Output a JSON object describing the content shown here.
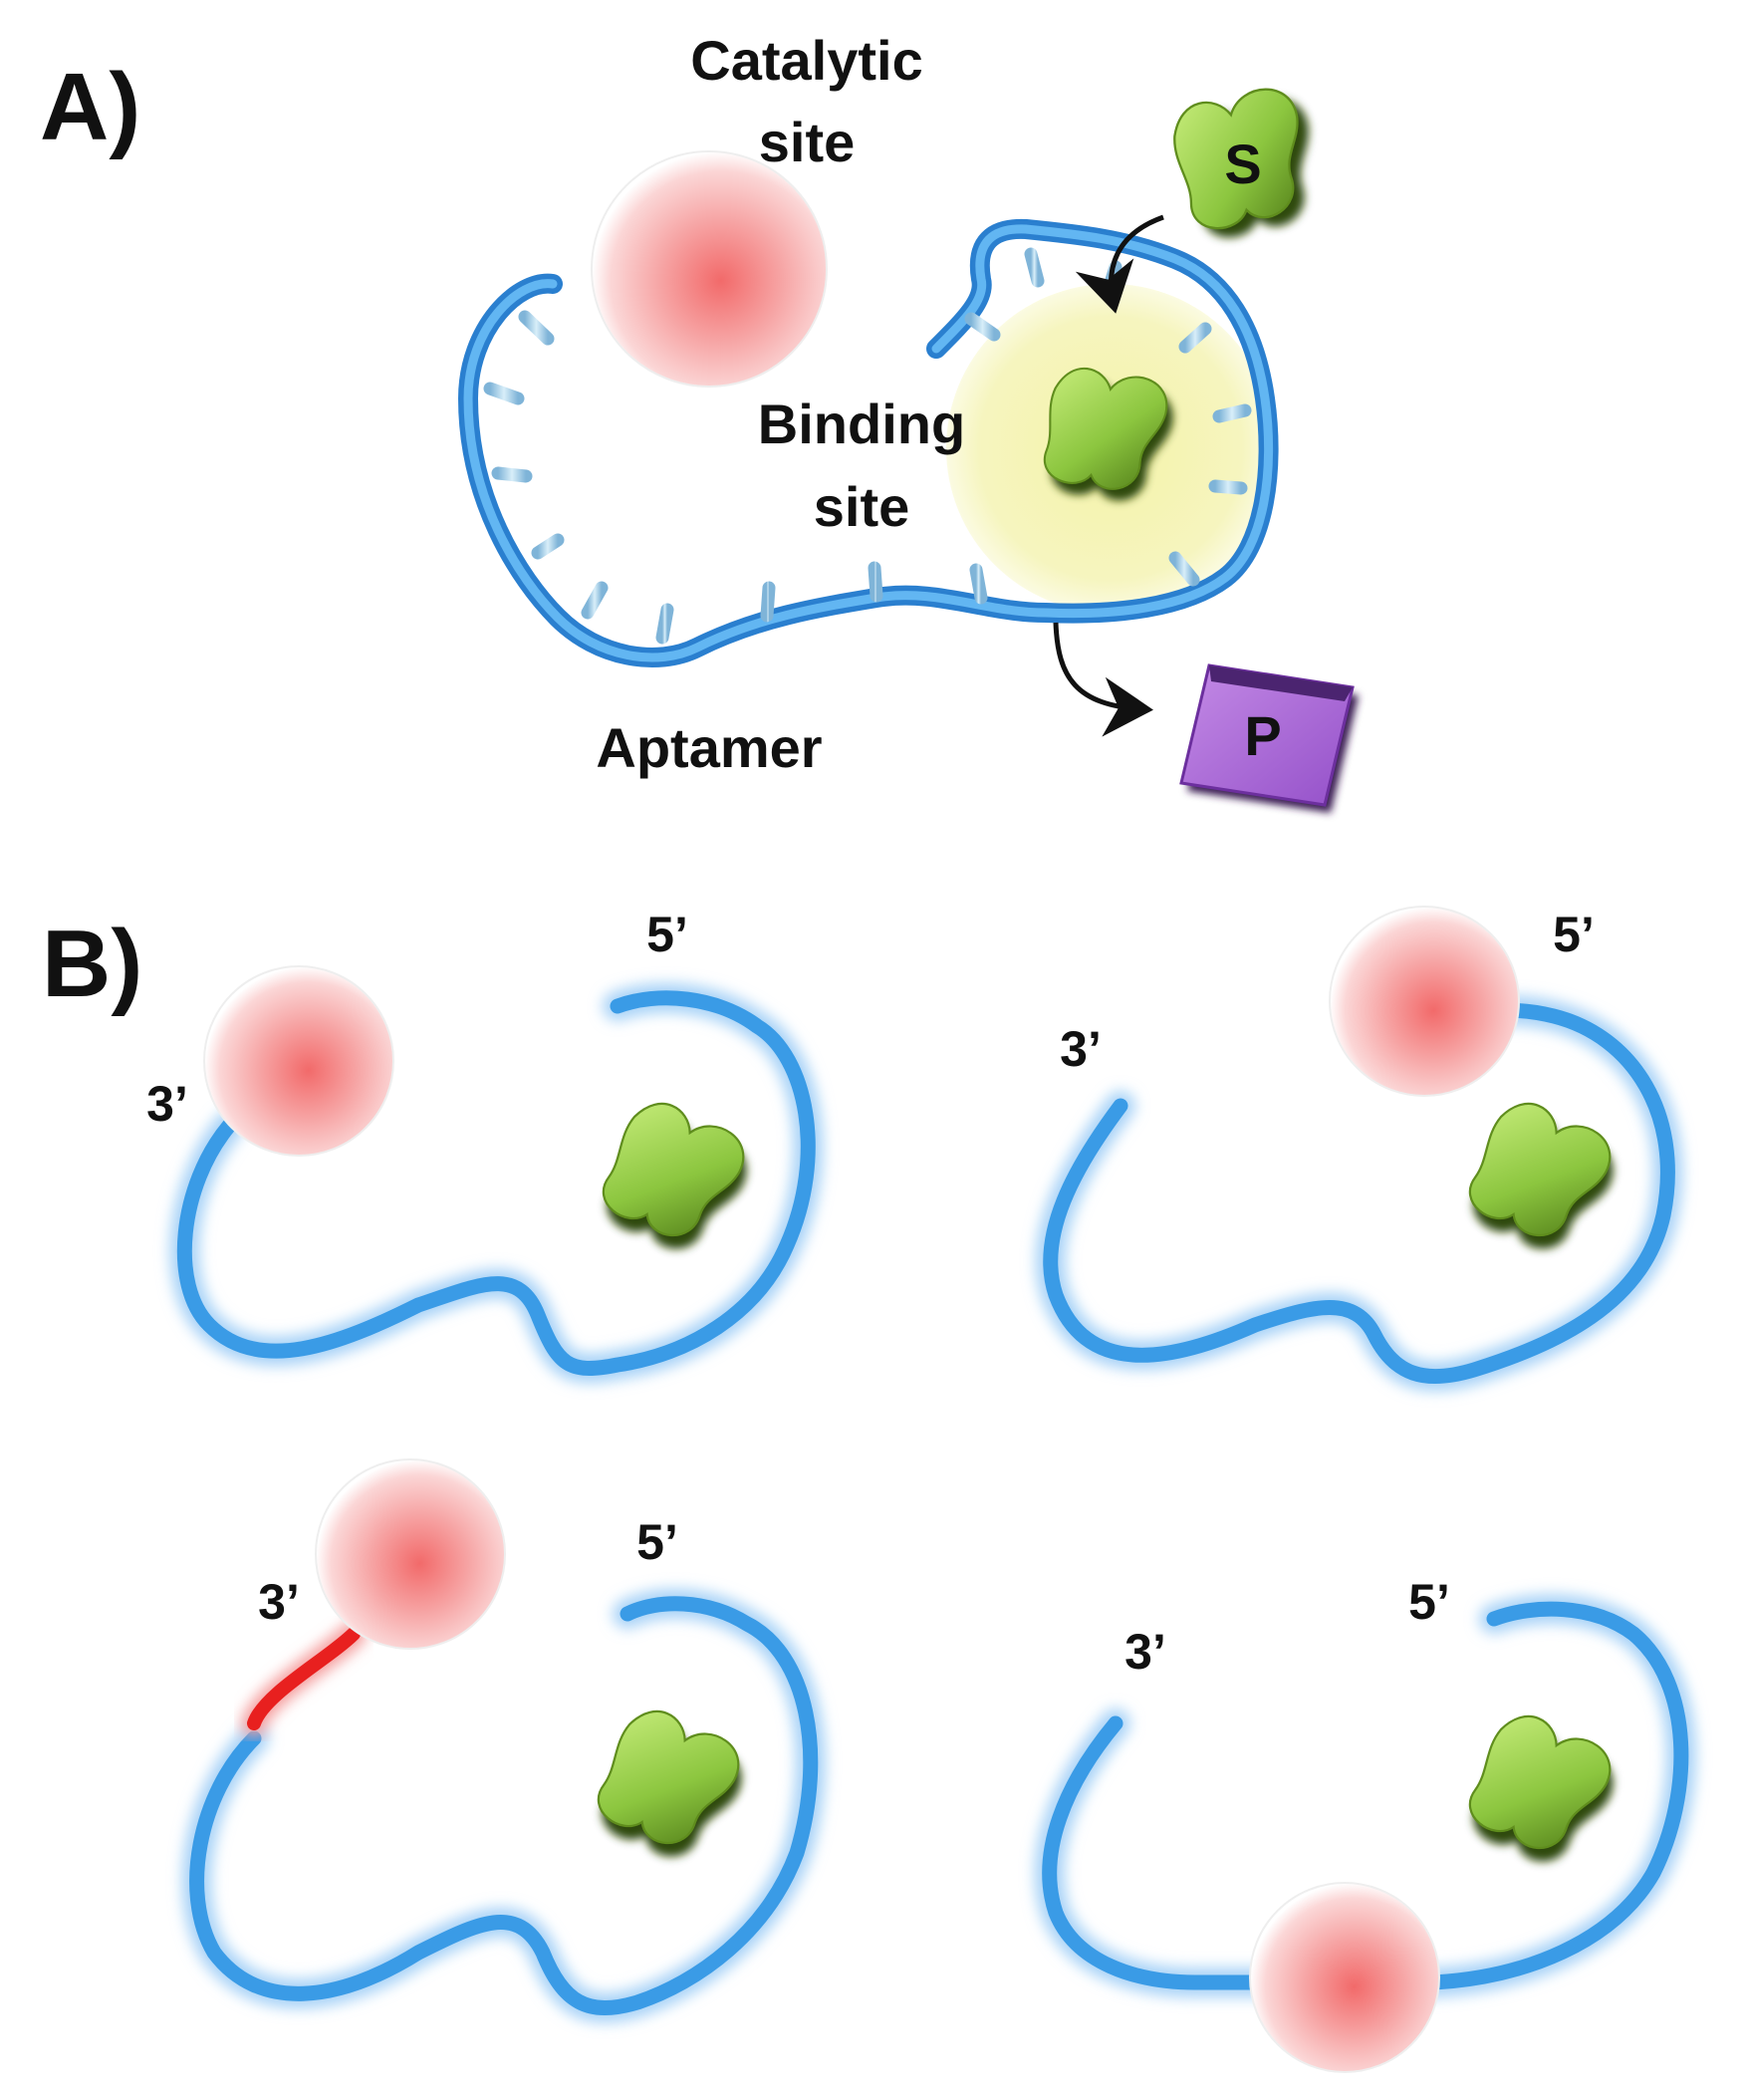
{
  "panel_a": {
    "label": "A)",
    "catalytic_label_line1": "Catalytic",
    "catalytic_label_line2": "site",
    "binding_label_line1": "Binding",
    "binding_label_line2": "site",
    "aptamer_label": "Aptamer",
    "substrate_label": "S",
    "product_label": "P"
  },
  "panel_b": {
    "label": "B)",
    "configs": [
      {
        "five_prime": "5’",
        "three_prime": "3’"
      },
      {
        "five_prime": "5’",
        "three_prime": "3’"
      },
      {
        "five_prime": "5’",
        "three_prime": "3’"
      },
      {
        "five_prime": "5’",
        "three_prime": "3’"
      }
    ]
  },
  "colors": {
    "strand": "#3a9be6",
    "strand_glow": "#a9d3f7",
    "catalytic_sphere": "#f4a3a3",
    "substrate": "#8cc63f",
    "product": "#9b59d0",
    "binding_halo": "#f3f3b0",
    "linker": "#e8201f"
  }
}
